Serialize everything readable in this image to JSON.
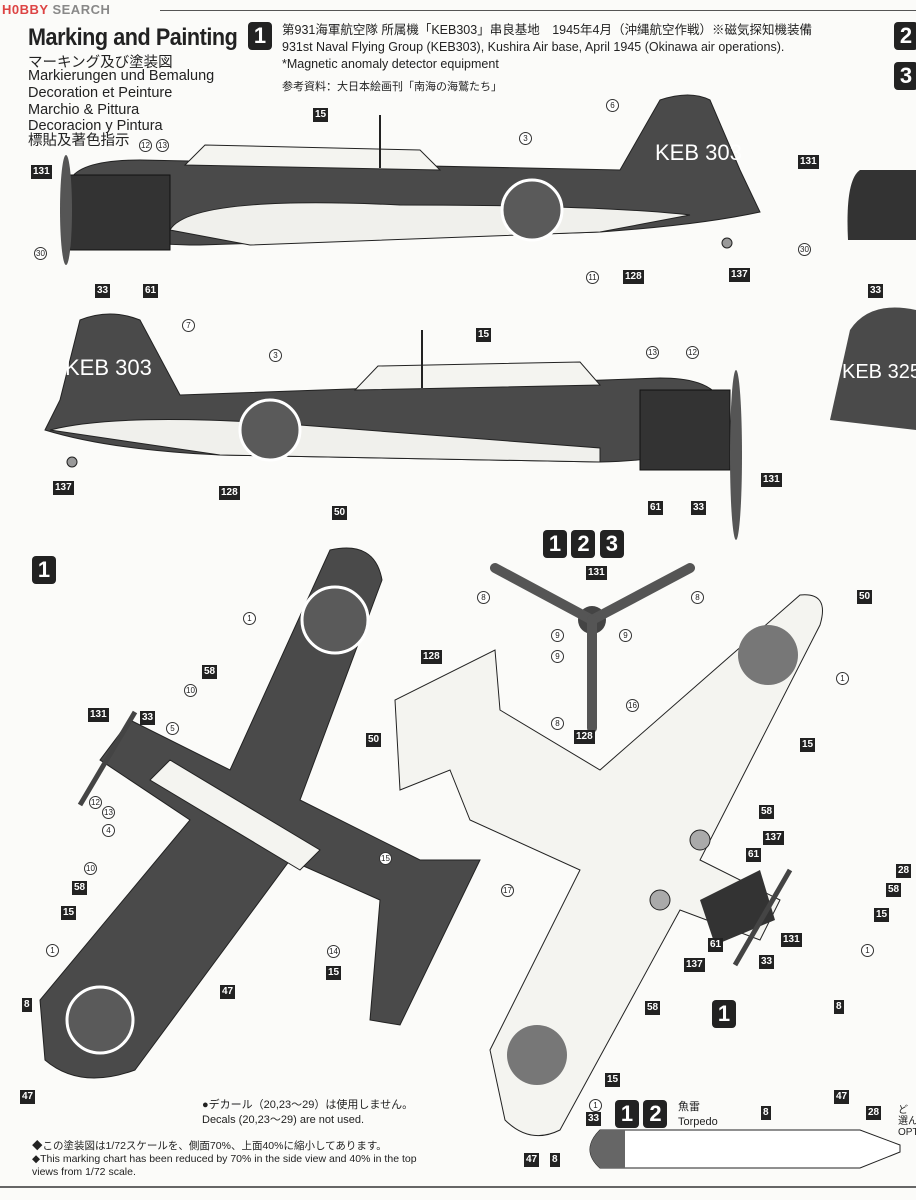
{
  "brand": {
    "logo": "HOBBY SEARCH"
  },
  "title": "Marking and Painting",
  "subtitles": [
    "マーキング及び塗装図",
    "Markierungen und Bemalung",
    "Decoration et Peinture",
    "Marchio & Pittura",
    "Decoracion y Pintura",
    "標貼及著色指示"
  ],
  "scheme1": {
    "number": "1",
    "jp": "第931海軍航空隊 所属機「KEB303」串良基地　1945年4月（沖縄航空作戦）※磁気探知機装備",
    "en": "931st Naval Flying Group (KEB303), Kushira Air base, April 1945 (Okinawa air operations).",
    "note": "*Magnetic anomaly detector equipment",
    "ref": "参考資料：大日本絵画刊「南海の海鷲たち」",
    "tail_code": "KEB 303"
  },
  "right_badges": [
    "2",
    "3"
  ],
  "right_tail_code": "KEB 325",
  "top_view_badge": "1",
  "prop_badges": [
    "1",
    "2",
    "3"
  ],
  "bottom_view_badge": "1",
  "callouts": {
    "side1": [
      "15",
      "3",
      "6",
      "12",
      "13",
      "131",
      "30",
      "33",
      "61",
      "11",
      "128",
      "137"
    ],
    "side2": [
      "7",
      "3",
      "15",
      "13",
      "12",
      "137",
      "128",
      "61",
      "33",
      "131"
    ],
    "top": [
      "50",
      "1",
      "58",
      "10",
      "5",
      "131",
      "33",
      "50",
      "12",
      "13",
      "4",
      "10",
      "58",
      "15",
      "15",
      "14",
      "15",
      "1",
      "47",
      "8",
      "47"
    ],
    "bottom": [
      "8",
      "131",
      "8",
      "9",
      "9",
      "9",
      "8",
      "128",
      "50",
      "1",
      "16",
      "128",
      "15",
      "58",
      "137",
      "61",
      "17",
      "61",
      "131",
      "137",
      "33",
      "58",
      "15",
      "1",
      "47",
      "8"
    ]
  },
  "decal_note": {
    "jp": "●デカール（20,23～29）は使用しません。",
    "en": "Decals (20,23～29) are not used."
  },
  "scale_note": {
    "jp": "◆この塗装図は1/72スケールを、側面70%、上面40%に縮小してあります。",
    "en": "◆This marking chart has been reduced by 70% in the side view and 40% in the top views from 1/72 scale."
  },
  "torpedo": {
    "badges": [
      "1",
      "2"
    ],
    "jp": "魚雷",
    "en": "Torpedo",
    "callouts": [
      "33",
      "8",
      "28"
    ]
  },
  "right_partial": {
    "callouts": [
      "131",
      "30",
      "33",
      "28",
      "58",
      "15",
      "1",
      "8",
      "47"
    ],
    "text": [
      "ど",
      "選ん",
      "OPT"
    ]
  },
  "colors": {
    "dark_green": "#4a4a4a",
    "light": "#f4f4f0",
    "ink": "#222222"
  }
}
